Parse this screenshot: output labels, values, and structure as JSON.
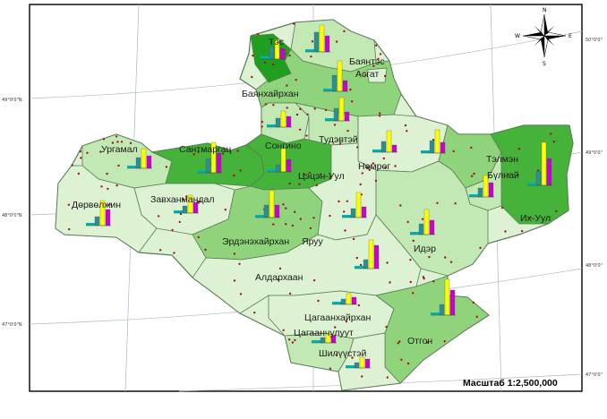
{
  "map": {
    "scale_text": "Масштаб 1:2,500,000",
    "colors": {
      "background": "#ffffff",
      "outer_border": "#000000",
      "graticule": "#a8b8c8",
      "very_light": "#dcf2d3",
      "light": "#c2e8b4",
      "medium": "#8fd47b",
      "dark": "#45b33a",
      "very_dark": "#1f9e1f",
      "border": "#5a7a55",
      "settlement_dot": "#a0151a",
      "bar_yellow": "#ffff00",
      "bar_magenta": "#cc00cc",
      "bar_cyan": "#00b4b4",
      "bar_teal": "#2a8f8f"
    },
    "coordinates": {
      "top": [
        "",
        "",
        ""
      ],
      "left": [
        "49°0'0\"N",
        "48°0'0\"N",
        "47°0'0\"N"
      ],
      "right": [
        "50°0'0\"",
        "49°0'0\"",
        "48°0'0\"",
        "47°0'0\""
      ]
    },
    "compass": {
      "icon": "north-arrow-compass",
      "n": "N",
      "s": "S",
      "e": "E",
      "w": "W"
    },
    "districts": [
      {
        "key": "tes",
        "name": "Тэс"
      },
      {
        "key": "bayantes",
        "name": "Баянтэс"
      },
      {
        "key": "asgat",
        "name": "Асгат"
      },
      {
        "key": "bayankhairkhan",
        "name": "Баянхайрхан"
      },
      {
        "key": "urgamal",
        "name": "Ургамал"
      },
      {
        "key": "santmargats",
        "name": "Сантмаргац"
      },
      {
        "key": "songino",
        "name": "Сонгино"
      },
      {
        "key": "tudevtei",
        "name": "Тудэвтэй"
      },
      {
        "key": "numrug",
        "name": "Нөмрөг"
      },
      {
        "key": "telmen",
        "name": "Тэлмэн"
      },
      {
        "key": "bulnai",
        "name": "Бүлнай"
      },
      {
        "key": "tsetsen_uul",
        "name": "Цэцэн-Уул"
      },
      {
        "key": "durvuljin",
        "name": "Дөрвөлжин"
      },
      {
        "key": "zavkhanmandal",
        "name": "Завханмандал"
      },
      {
        "key": "ikh_uul",
        "name": "Их-Уул"
      },
      {
        "key": "erdenekhairkhan",
        "name": "Эрдэнэхайрхан"
      },
      {
        "key": "yaruu",
        "name": "Яруу"
      },
      {
        "key": "ider",
        "name": "Идэр"
      },
      {
        "key": "aldarkhaan",
        "name": "Алдархаан"
      },
      {
        "key": "tsagaankhairkhan",
        "name": "Цагаанхайрхан"
      },
      {
        "key": "tsagaanchuluut",
        "name": "Цагаанчулуут"
      },
      {
        "key": "otgon",
        "name": "Отгон"
      },
      {
        "key": "shiluustei",
        "name": "Шилүүстэй"
      }
    ]
  }
}
